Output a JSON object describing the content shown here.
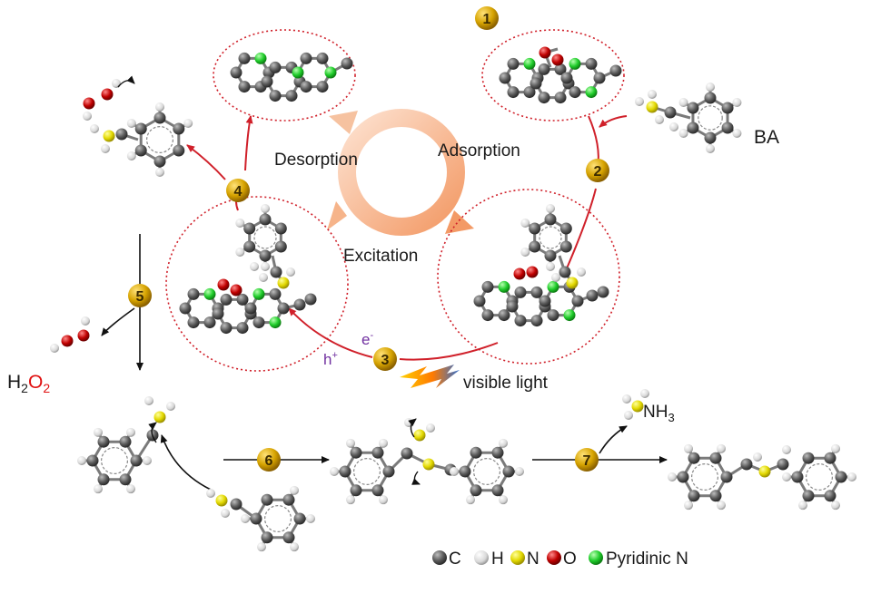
{
  "steps": [
    "1",
    "2",
    "3",
    "4",
    "5",
    "6",
    "7"
  ],
  "cycle": {
    "adsorption": "Adsorption",
    "desorption": "Desorption",
    "excitation": "Excitation"
  },
  "labels": {
    "ba": "BA",
    "electron": "e",
    "electron_sup": "-",
    "hole": "h",
    "hole_sup": "+",
    "visible_light": "visible light",
    "h2o2_h": "H",
    "h2o2_h_sub": "2",
    "h2o2_o": "O",
    "h2o2_o_sub": "2",
    "nh3": "NH",
    "nh3_sub": "3"
  },
  "legend": [
    {
      "symbol": "C",
      "color": "#555555"
    },
    {
      "symbol": "H",
      "color": "#e6e6e6"
    },
    {
      "symbol": "N",
      "color": "#e8e000"
    },
    {
      "symbol": "O",
      "color": "#c01010"
    },
    {
      "symbol": "Pyridinic N",
      "color": "#22cc22"
    }
  ],
  "colors": {
    "carbon": "#4d4d4d",
    "hydrogen": "#e8e8e8",
    "nitrogen": "#e2d800",
    "oxygen": "#c00000",
    "pyridinic_n": "#1fcc2a",
    "reaction_arrow": "#d0202a",
    "step_marker": "#c89600",
    "cycle_arrow": "#f3a77a",
    "electron_text": "#7030a0",
    "h2o2_o_text": "#e01010"
  }
}
